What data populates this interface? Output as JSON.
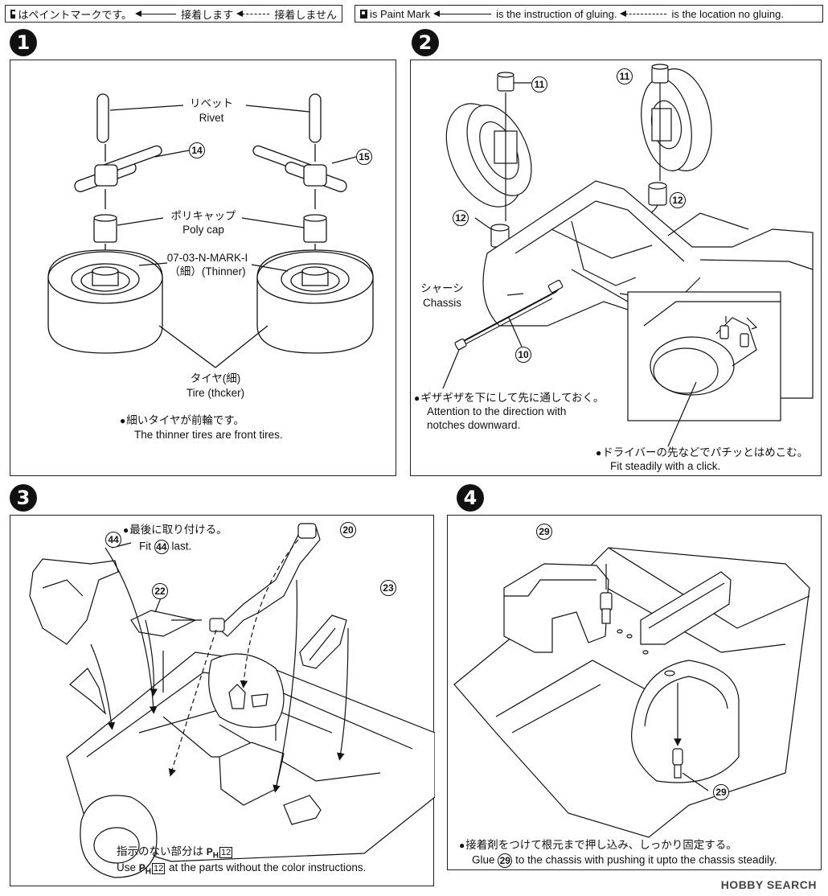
{
  "legend_jp": {
    "paint_mark": "はペイントマークです。",
    "glue": "接着します",
    "no_glue": "接着しません"
  },
  "legend_en": {
    "paint_mark": "is Paint Mark",
    "glue": "is the instruction of gluing.",
    "no_glue": "is the location no gluing."
  },
  "steps": [
    "1",
    "2",
    "3",
    "4"
  ],
  "step1": {
    "rivet_jp": "リベット",
    "rivet_en": "Rivet",
    "part_left": "14",
    "part_right": "15",
    "polycap_jp": "ポリキャップ",
    "polycap_en": "Poly cap",
    "mark_code": "07-03-N-MARK-I",
    "mark_note": "（細）(Thinner)",
    "tire_jp": "タイヤ(細)",
    "tire_en": "Tire (thcker)",
    "note_jp": "細いタイヤが前輪です。",
    "note_en": "The thinner tires are front tires."
  },
  "step2": {
    "part_11a": "11",
    "part_11b": "11",
    "part_12a": "12",
    "part_12b": "12",
    "part_10": "10",
    "chassis_jp": "シャーシ",
    "chassis_en": "Chassis",
    "note1_jp": "ギザギザを下にして先に通しておく。",
    "note1_en_1": "Attention to the direction with",
    "note1_en_2": "notches downward.",
    "note2_jp": "ドライバーの先などでパチッとはめこむ。",
    "note2_en": "Fit steadily with a click."
  },
  "step3": {
    "part_44": "44",
    "part_22": "22",
    "part_20": "20",
    "part_23": "23",
    "note_jp": "最後に取り付ける。",
    "note_en_pre": "Fit",
    "note_en_part": "44",
    "note_en_post": "last.",
    "color_jp": "指示のない部分は",
    "color_code": "12",
    "color_en_pre": "Use",
    "color_en_post": "at the parts without the color instructions."
  },
  "step4": {
    "part_29a": "29",
    "part_29b": "29",
    "note_jp": "接着剤をつけて根元まで押し込み、しっかり固定する。",
    "note_en_pre": "Glue",
    "note_en_part": "29",
    "note_en_post": "to the chassis with pushing it upto the chassis steadily."
  },
  "watermark": "HOBBY SEARCH"
}
